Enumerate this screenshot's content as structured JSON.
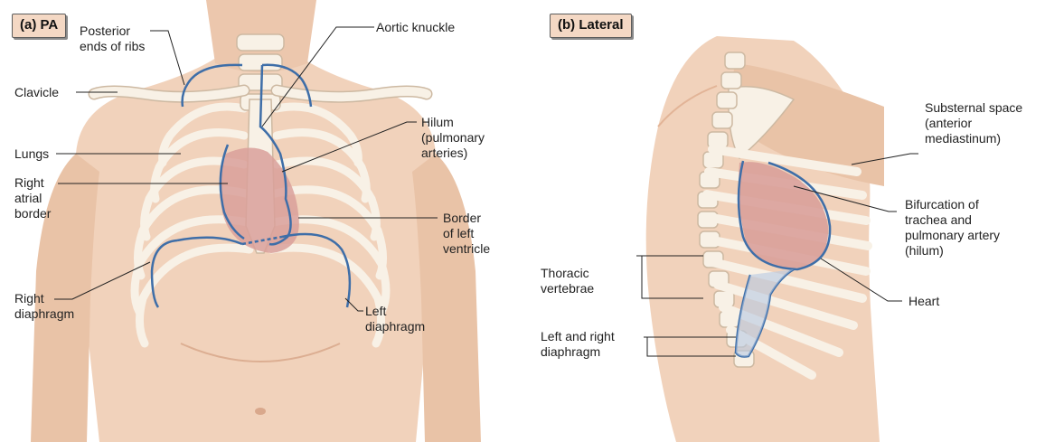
{
  "panels": {
    "pa": {
      "tag": "(a) PA",
      "labels": {
        "posterior_ribs": [
          "Posterior",
          "ends of ribs"
        ],
        "aortic_knuckle": [
          "Aortic knuckle"
        ],
        "clavicle": [
          "Clavicle"
        ],
        "lungs": [
          "Lungs"
        ],
        "hilum": [
          "Hilum",
          "(pulmonary",
          "arteries)"
        ],
        "right_atrial": [
          "Right",
          "atrial",
          "border"
        ],
        "left_ventricle": [
          "Border",
          "of left",
          "ventricle"
        ],
        "right_diaphragm": [
          "Right",
          "diaphragm"
        ],
        "left_diaphragm": [
          "Left",
          "diaphragm"
        ]
      }
    },
    "lateral": {
      "tag": "(b) Lateral",
      "labels": {
        "substernal": [
          "Substernal space",
          "(anterior",
          "mediastinum)"
        ],
        "bifurcation": [
          "Bifurcation of",
          "trachea and",
          "pulmonary artery",
          "(hilum)"
        ],
        "thoracic": [
          "Thoracic",
          "vertebrae"
        ],
        "heart": [
          "Heart"
        ],
        "diaphragm": [
          "Left and right",
          "diaphragm"
        ]
      }
    }
  },
  "colors": {
    "skin": "#f1d2bb",
    "skin_shade": "#e2b497",
    "bone": "#f8f1e6",
    "bone_edge": "#cdb9a2",
    "heart": "#d9a09a",
    "outline_blue": "#3e6ea8",
    "leader": "#222222"
  }
}
